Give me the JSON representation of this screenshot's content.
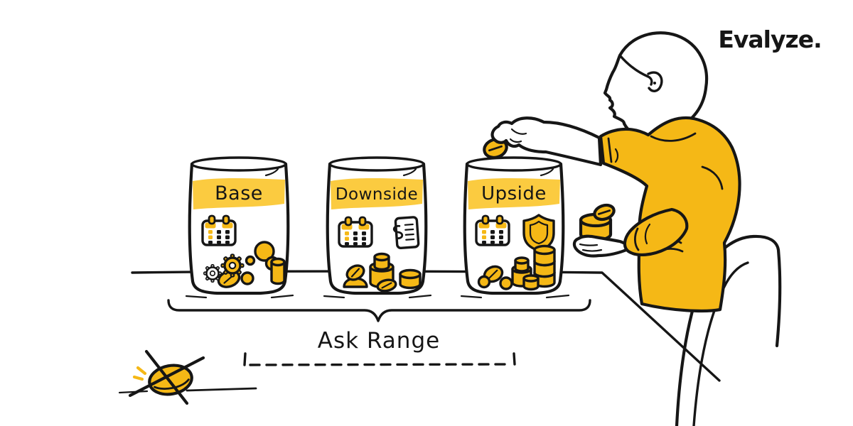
{
  "brand": {
    "name": "Evalyze."
  },
  "jars": [
    {
      "label": "Base",
      "icons": [
        "calendar-icon",
        "gear-icons",
        "coins"
      ]
    },
    {
      "label": "Downside",
      "icons": [
        "calendar-icon",
        "invoice-icon",
        "coins"
      ]
    },
    {
      "label": "Upside",
      "icons": [
        "calendar-icon",
        "shield-icon",
        "coins"
      ]
    }
  ],
  "annotation": {
    "label": "Ask Range"
  },
  "figures": {
    "person": "person-dropping-coin-into-upside-jar",
    "excluded_coin": "crossed-out-coin"
  },
  "colors": {
    "yellow": "#F5B816",
    "yellow_light": "#FBCB40",
    "ink": "#161616",
    "bg": "#FFFFFF"
  }
}
